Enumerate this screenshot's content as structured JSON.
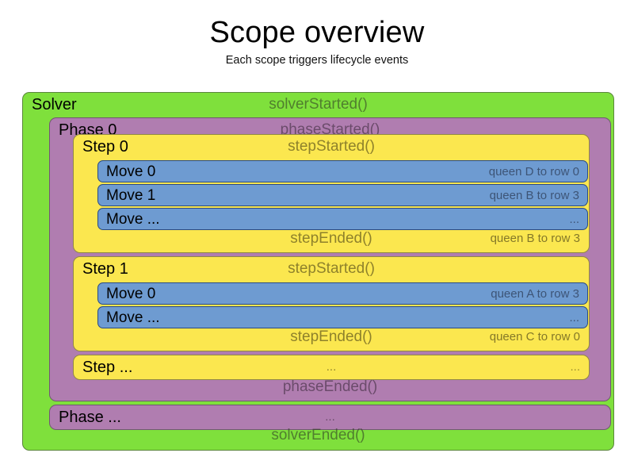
{
  "header": {
    "title": "Scope overview",
    "subtitle": "Each scope triggers lifecycle events"
  },
  "colors": {
    "solver": "#7FE03C",
    "phase": "#B07DB0",
    "step": "#FBE74F",
    "move": "#6E9BD1",
    "move_border": "#2B4B82",
    "background": "#FFFFFF"
  },
  "solver": {
    "label": "Solver",
    "started_event": "solverStarted()",
    "ended_event": "solverEnded()",
    "phases": [
      {
        "label": "Phase 0",
        "started_event": "phaseStarted()",
        "ended_event": "phaseEnded()",
        "steps": [
          {
            "label": "Step 0",
            "started_event": "stepStarted()",
            "ended_event": "stepEnded()",
            "ended_detail": "queen B to row 3",
            "moves": [
              {
                "label": "Move 0",
                "detail": "queen D to row 0"
              },
              {
                "label": "Move 1",
                "detail": "queen B to row 3"
              },
              {
                "label": "Move ...",
                "detail": "..."
              }
            ]
          },
          {
            "label": "Step 1",
            "started_event": "stepStarted()",
            "ended_event": "stepEnded()",
            "ended_detail": "queen C to row 0",
            "moves": [
              {
                "label": "Move 0",
                "detail": "queen A to row 3"
              },
              {
                "label": "Move ...",
                "detail": "..."
              }
            ]
          }
        ],
        "step_ellipsis": {
          "label": "Step ...",
          "started_event": "...",
          "detail": "..."
        }
      }
    ],
    "phase_ellipsis": {
      "label": "Phase ...",
      "started_event": "..."
    }
  }
}
